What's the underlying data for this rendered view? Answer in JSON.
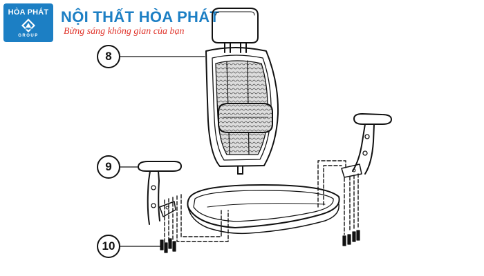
{
  "header": {
    "logo_text": "HÒA PHÁT",
    "logo_subtext": "GROUP",
    "brand_title": "NỘI THẤT HÒA PHÁT",
    "slogan": "Bừng sáng không gian của bạn"
  },
  "callouts": {
    "part_8": "8",
    "part_9": "9",
    "part_10": "10"
  },
  "colors": {
    "brand_blue": "#1c7fc4",
    "slogan_red": "#e0342b",
    "line": "#111111"
  },
  "icons": {
    "logo_mark": "diamond-triangle-logo-icon"
  }
}
